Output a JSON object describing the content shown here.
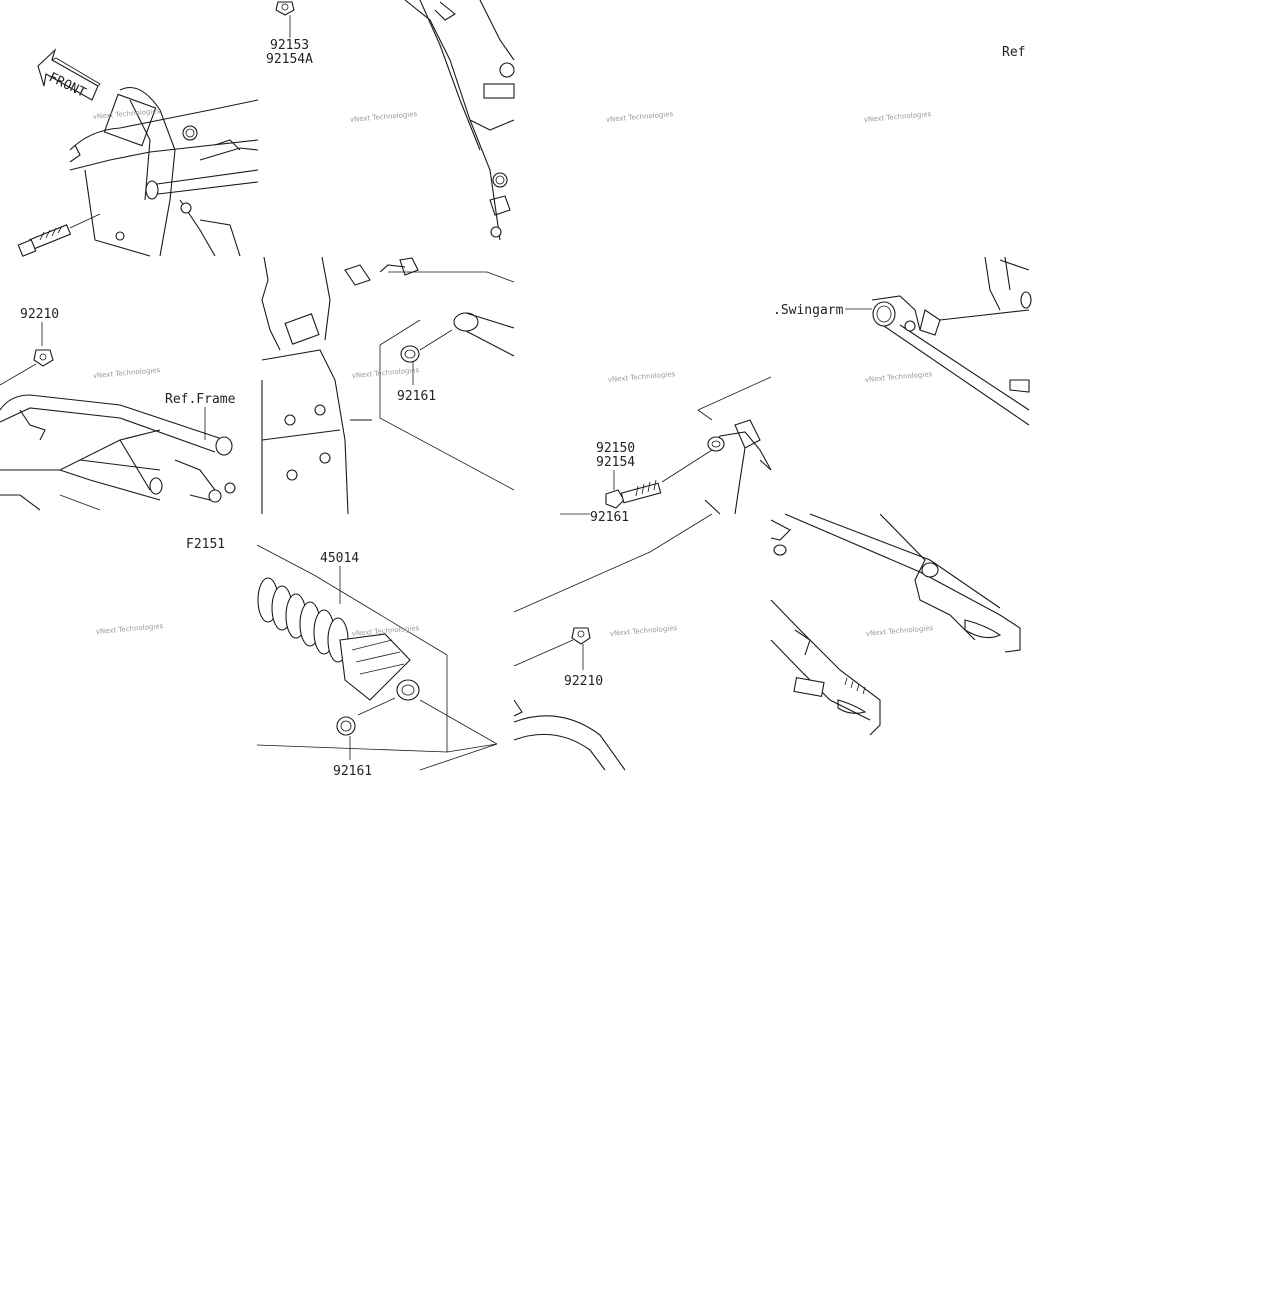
{
  "diagram": {
    "front_arrow": "FRONT",
    "watermark": "vNext Technologies",
    "labels": {
      "p92153": "92153",
      "p92154A": "92154A",
      "ref_top": "Ref",
      "p92210_a": "92210",
      "ref_frame": "Ref.Frame",
      "p92161_a": "92161",
      "swingarm": ".Swingarm",
      "p92150": "92150",
      "p92154": "92154",
      "p92161_b": "92161",
      "f2151": "F2151",
      "p45014": "45014",
      "p92210_b": "92210",
      "p92161_c": "92161"
    }
  }
}
